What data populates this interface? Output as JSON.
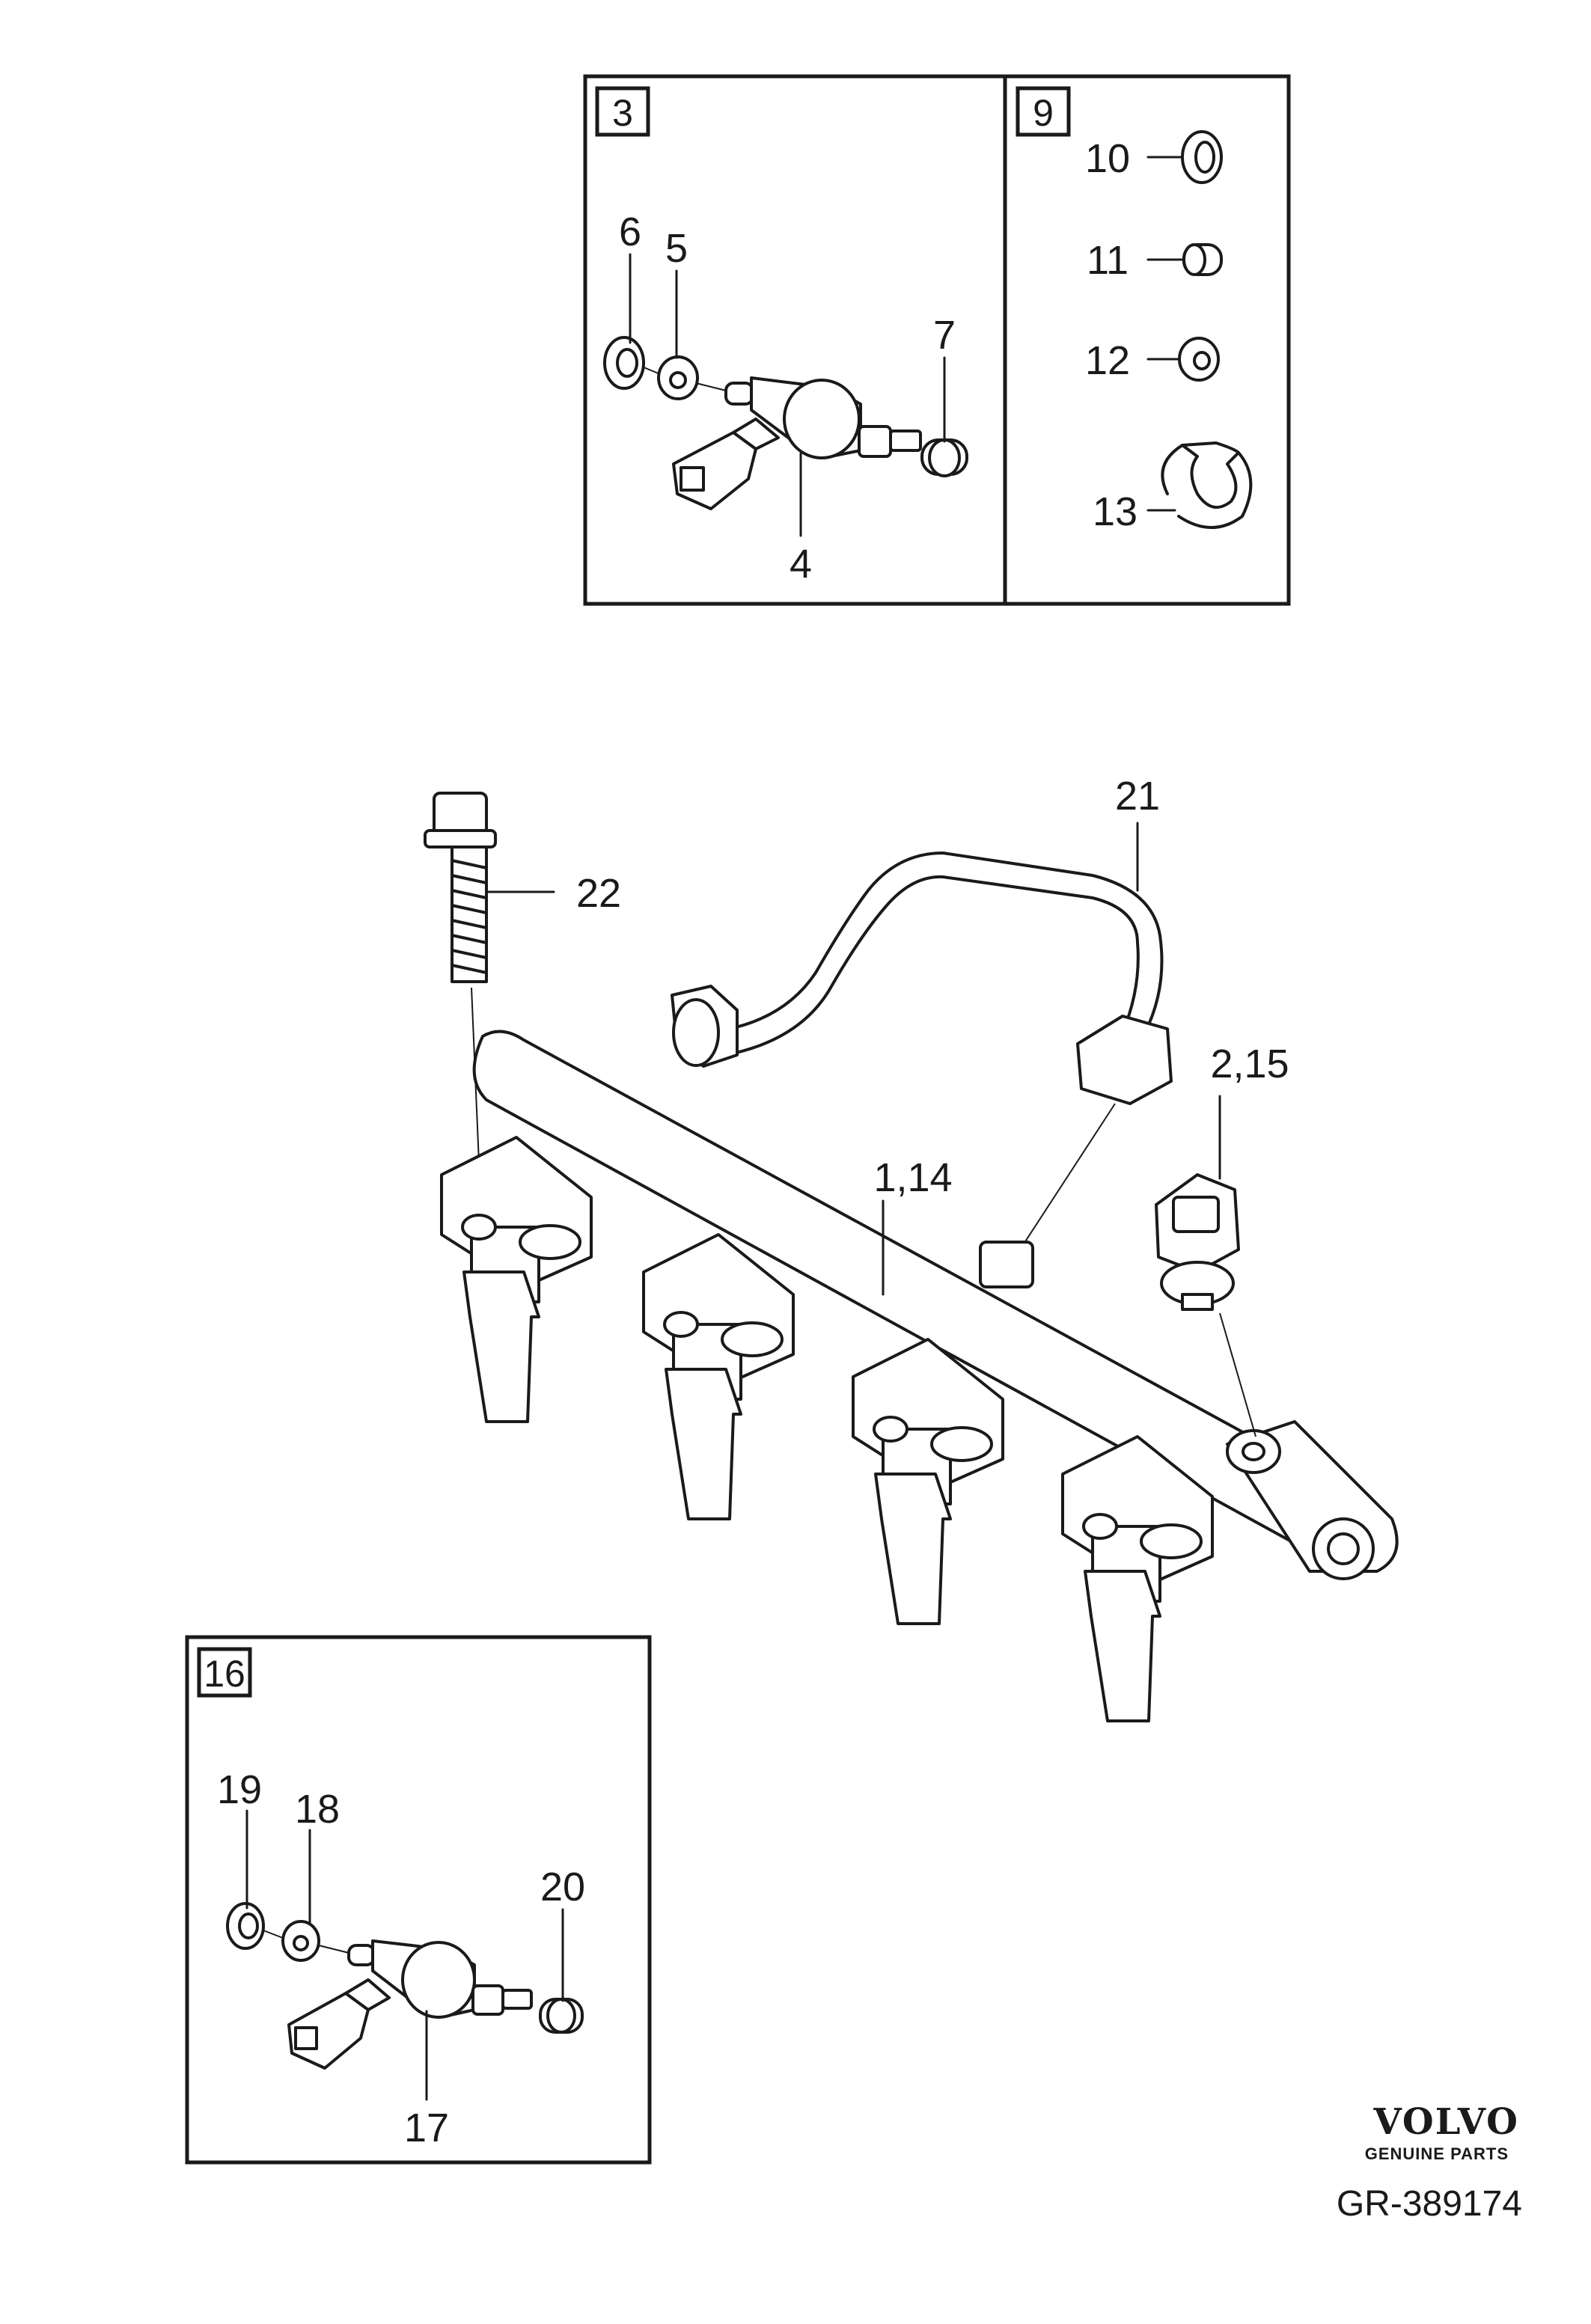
{
  "callouts": {
    "c1_14": "1,14",
    "c2_15": "2,15",
    "c3": "3",
    "c4": "4",
    "c5": "5",
    "c6": "6",
    "c7": "7",
    "c9": "9",
    "c10": "10",
    "c11": "11",
    "c12": "12",
    "c13": "13",
    "c16": "16",
    "c17": "17",
    "c18": "18",
    "c19": "19",
    "c20": "20",
    "c21": "21",
    "c22": "22"
  },
  "brand": {
    "logo": "VOLVO",
    "tagline": "GENUINE PARTS"
  },
  "reference": "GR-389174"
}
